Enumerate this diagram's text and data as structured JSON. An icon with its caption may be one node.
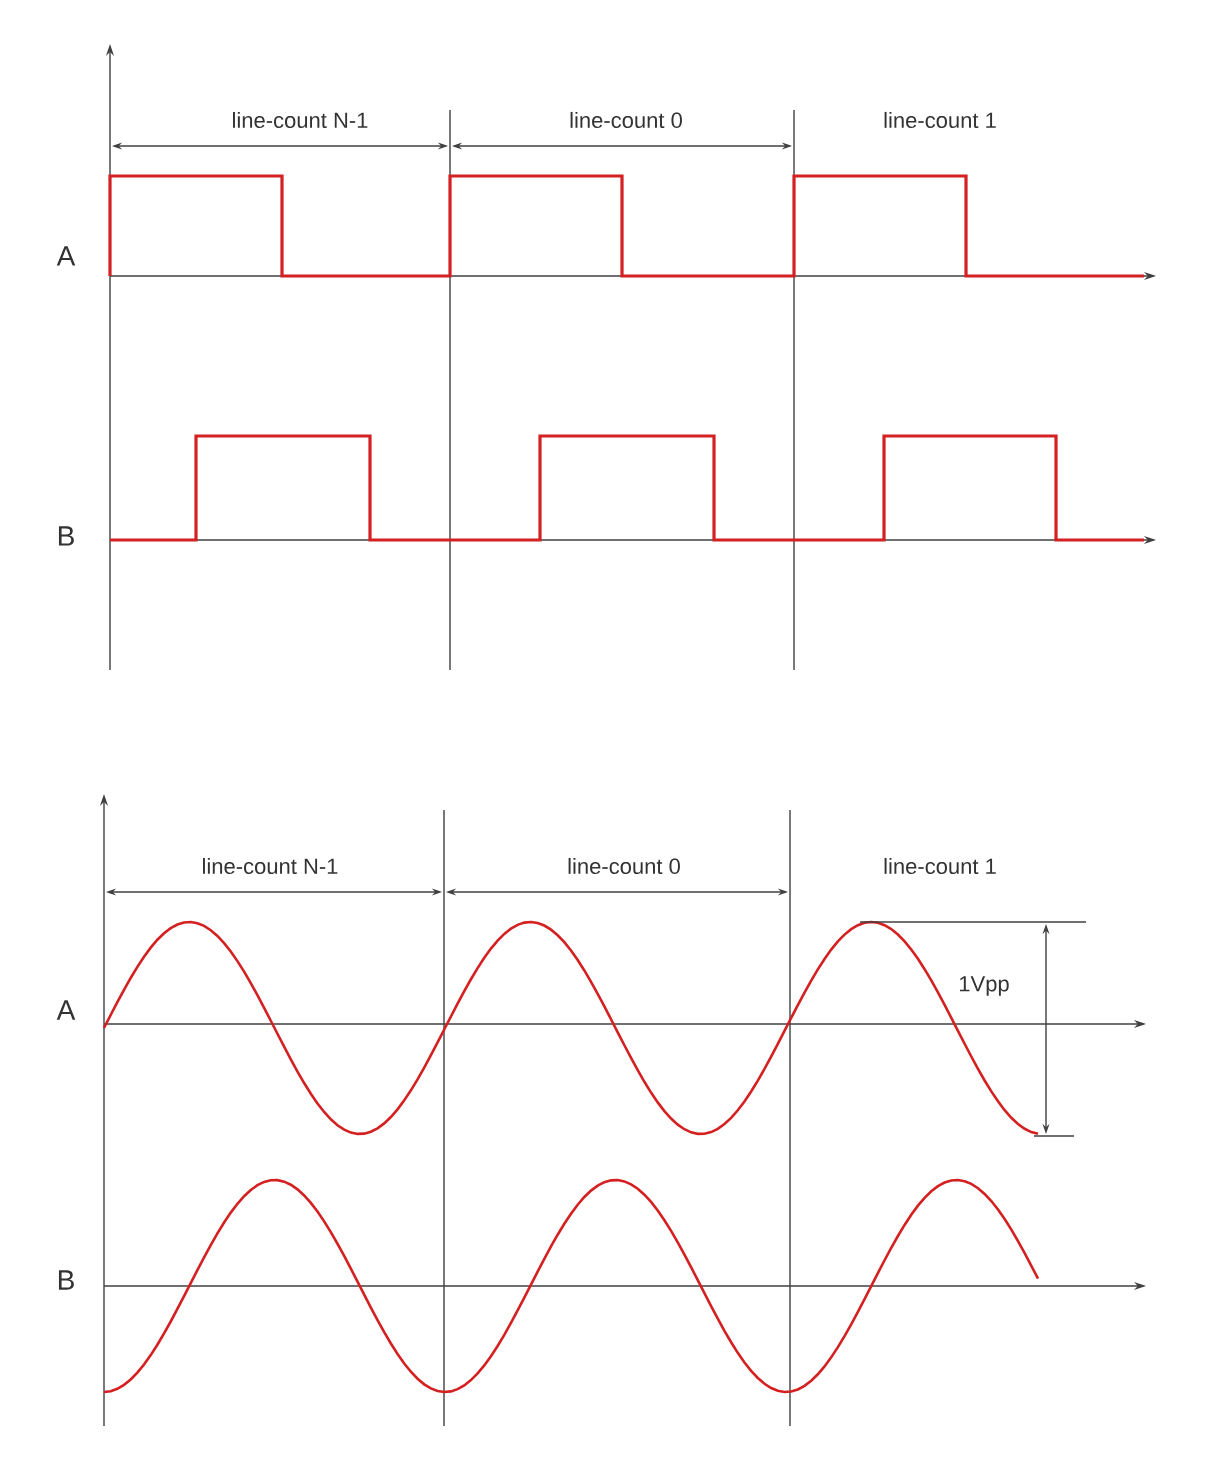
{
  "diagram": {
    "labels": [
      "line-count N-1",
      "line-count 0",
      "line-count 1",
      "A",
      "B",
      "line-count N-1",
      "line-count 0",
      "line-count 1",
      "1Vpp",
      "A",
      "B"
    ]
  }
}
